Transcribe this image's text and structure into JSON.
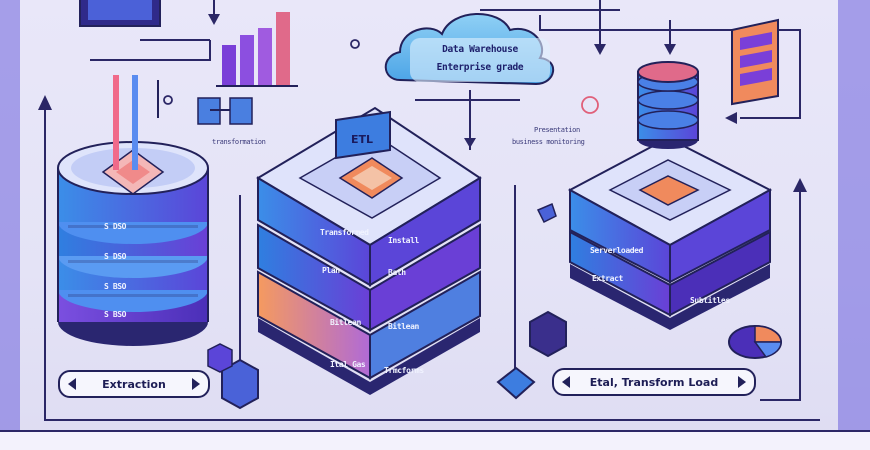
{
  "diagram": {
    "cloud": {
      "line1": "Data Warehouse",
      "line2": "Enterprise grade"
    },
    "etl_tag": "ETL",
    "caption_top_right": {
      "line1": "Presentation",
      "line2": "business monitoring"
    },
    "caption_mid_left": "transformation",
    "left_pill_label": "Extraction",
    "right_pill_label": "Etal, Transform Load",
    "left_tiers": [
      "S DSO",
      "S DSO",
      "S BSO",
      "S BSO"
    ],
    "mid_tiers": [
      "Transformed",
      "Plan",
      "Bitlean",
      "Ital Gas"
    ],
    "mid_tiers_right": [
      "Install",
      "Bath",
      "Bitlean",
      "Trmcforms"
    ],
    "right_tiers": [
      "Serverloaded",
      "Extract",
      "Subtitles"
    ],
    "colors": {
      "accent_blue": "#3d7de0",
      "accent_purple": "#6a3fd6",
      "accent_orange": "#f08a5d",
      "outline": "#22215a",
      "background": "#e7e6f7"
    },
    "icons": [
      "monitor-icon",
      "bar-chart-icon",
      "cloud-icon",
      "gear-icon",
      "database-icon",
      "server-stack-icon",
      "cube-icon",
      "pie-chart-icon",
      "pin-icon",
      "arrow-icon"
    ]
  }
}
